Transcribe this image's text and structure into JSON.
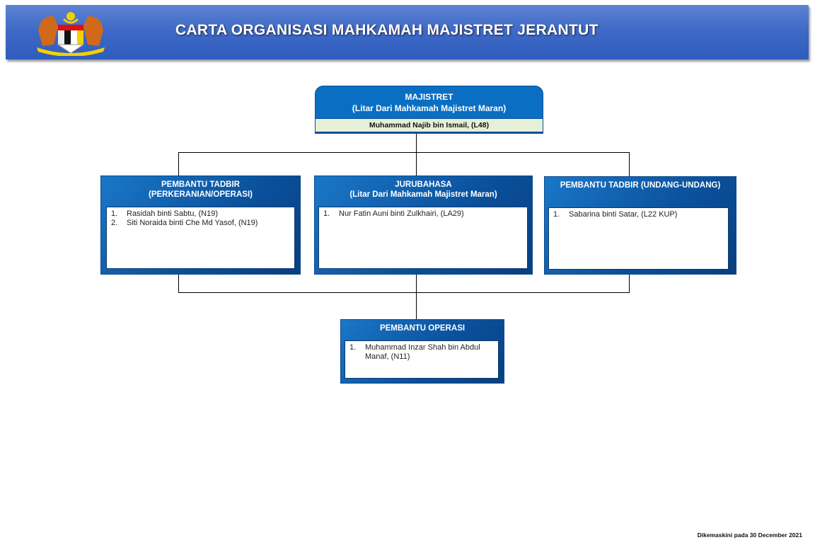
{
  "header": {
    "title": "CARTA ORGANISASI MAHKAMAH MAJISTRET JERANTUT",
    "logo": "jata-negara-malaysia-coat-of-arms"
  },
  "top": {
    "title": "MAJISTRET",
    "subtitle": "(Litar Dari Mahkamah Majistret Maran)",
    "name": "Muhammad Najib bin Ismail, (L48)"
  },
  "units": [
    {
      "title": "PEMBANTU TADBIR",
      "subtitle": "(PERKERANIAN/OPERASI)",
      "members": [
        {
          "n": "1.",
          "name": "Rasidah binti Sabtu, (N19)"
        },
        {
          "n": "2.",
          "name": "Siti Noraida binti Che Md Yasof, (N19)"
        }
      ]
    },
    {
      "title": "JURUBAHASA",
      "subtitle": "(Litar Dari Mahkamah  Majistret  Maran)",
      "members": [
        {
          "n": "1.",
          "name": "Nur Fatin Auni binti Zulkhairi, (LA29)"
        }
      ]
    },
    {
      "title": "PEMBANTU TADBIR (UNDANG-UNDANG)",
      "subtitle": "",
      "members": [
        {
          "n": "1.",
          "name": "Sabarina binti Satar, (L22 KUP)"
        }
      ]
    },
    {
      "title": "PEMBANTU  OPERASI",
      "subtitle": "",
      "members": [
        {
          "n": "1.",
          "name": "Muhammad Inzar Shah bin Abdul Manaf, (N11)"
        }
      ]
    }
  ],
  "footer": "Dikemaskini pada  30 December  2021"
}
